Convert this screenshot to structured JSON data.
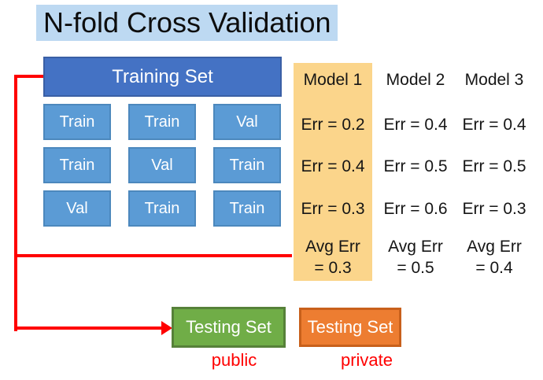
{
  "title": "N-fold Cross Validation",
  "training": {
    "header": "Training Set",
    "grid": [
      [
        "Train",
        "Train",
        "Val"
      ],
      [
        "Train",
        "Val",
        "Train"
      ],
      [
        "Val",
        "Train",
        "Train"
      ]
    ]
  },
  "models": [
    {
      "name": "Model 1",
      "errors": [
        "Err = 0.2",
        "Err = 0.4",
        "Err = 0.3"
      ],
      "avg_line1": "Avg Err",
      "avg_line2": "= 0.3",
      "highlighted": true
    },
    {
      "name": "Model 2",
      "errors": [
        "Err = 0.4",
        "Err = 0.5",
        "Err = 0.6"
      ],
      "avg_line1": "Avg Err",
      "avg_line2": "= 0.5",
      "highlighted": false
    },
    {
      "name": "Model 3",
      "errors": [
        "Err = 0.4",
        "Err = 0.5",
        "Err = 0.3"
      ],
      "avg_line1": "Avg Err",
      "avg_line2": "= 0.4",
      "highlighted": false
    }
  ],
  "testing_sets": [
    {
      "label": "Testing Set",
      "caption": "public"
    },
    {
      "label": "Testing Set",
      "caption": "private"
    }
  ],
  "colors": {
    "title_highlight": "#BDD9F2",
    "training_header_fill": "#4472C4",
    "fold_cell_fill": "#5B9BD5",
    "model1_highlight": "#FBD58B",
    "testing_public_fill": "#70AD47",
    "testing_private_fill": "#ED7D31",
    "connector_red": "#FF0000",
    "caption_red": "#FF0000"
  }
}
